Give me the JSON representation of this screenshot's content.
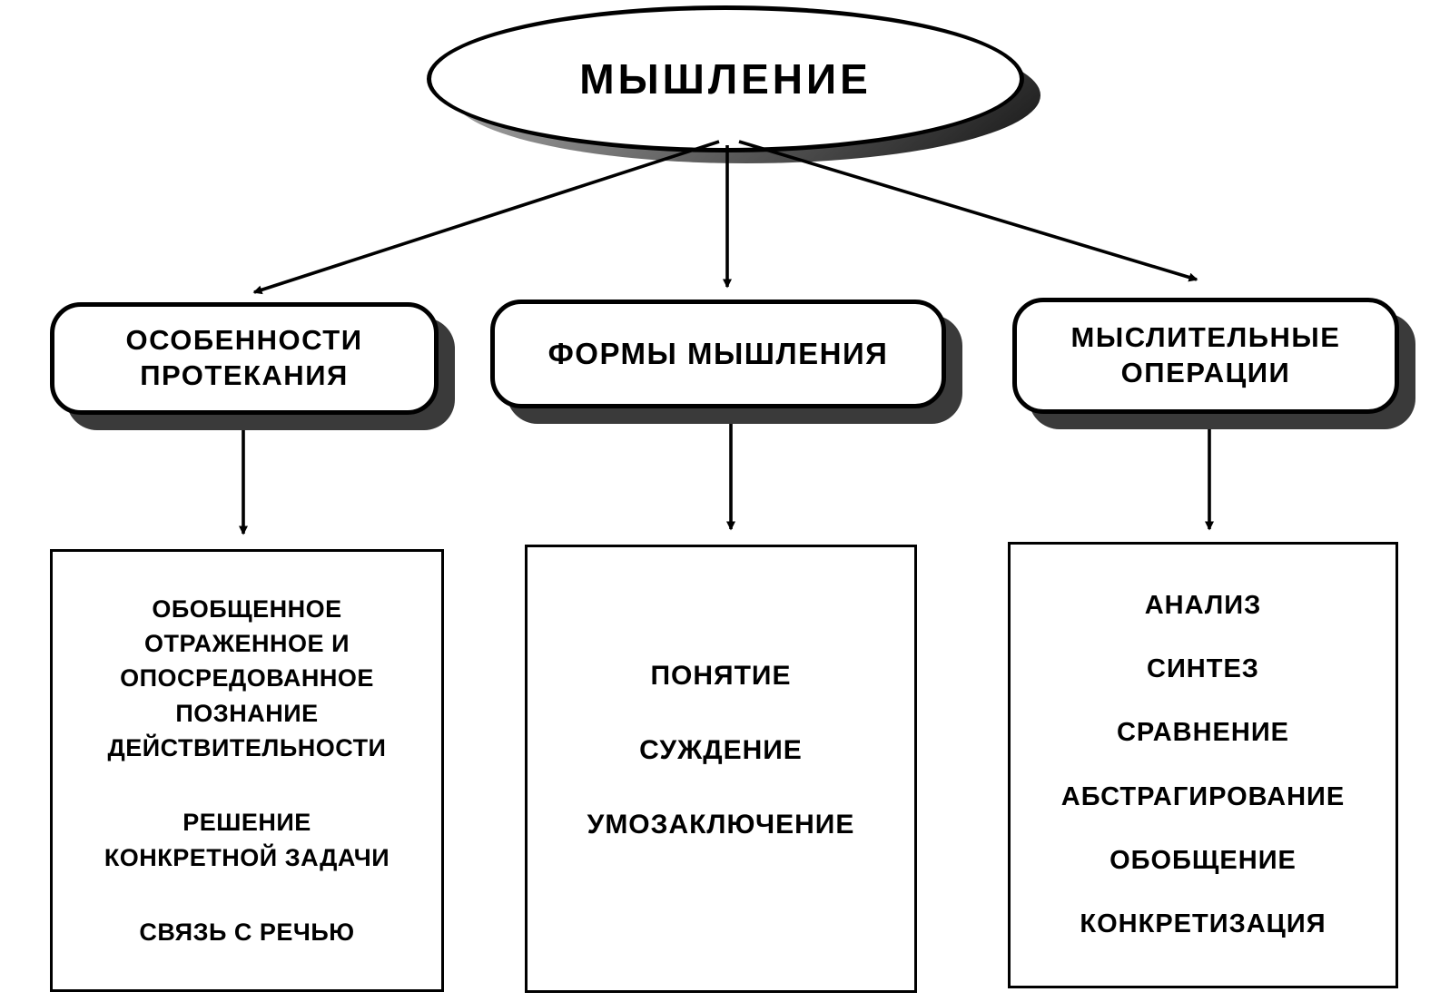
{
  "title": {
    "label": "МЫШЛЕНИЕ"
  },
  "colors": {
    "ink": "#000000",
    "shadow": "#3a3a3a",
    "paper": "#ffffff"
  },
  "branches": [
    {
      "id": "features",
      "header": "ОСОБЕННОСТИ\nПРОТЕКАНИЯ",
      "items": [
        "ОБОБЩЕННОЕ\nОТРАЖЕННОЕ И\nОПОСРЕДОВАННОЕ\nПОЗНАНИЕ\nДЕЙСТВИТЕЛЬНОСТИ",
        "РЕШЕНИЕ\nКОНКРЕТНОЙ ЗАДАЧИ",
        "СВЯЗЬ С РЕЧЬЮ"
      ]
    },
    {
      "id": "forms",
      "header": "ФОРМЫ МЫШЛЕНИЯ",
      "items": [
        "ПОНЯТИЕ",
        "СУЖДЕНИЕ",
        "УМОЗАКЛЮЧЕНИЕ"
      ]
    },
    {
      "id": "operations",
      "header": "МЫСЛИТЕЛЬНЫЕ\nОПЕРАЦИИ",
      "items": [
        "АНАЛИЗ",
        "СИНТЕЗ",
        "СРАВНЕНИЕ",
        "АБСТРАГИРОВАНИЕ",
        "ОБОБЩЕНИЕ",
        "КОНКРЕТИЗАЦИЯ"
      ]
    }
  ]
}
